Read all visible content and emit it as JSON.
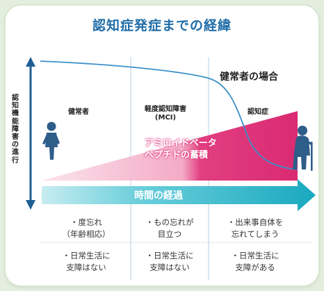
{
  "title": "認知症発症までの経緯",
  "y_axis_label": "認知機能障害の進行",
  "healthy_case_label": "健常者の場合",
  "stages": {
    "healthy": "健常者",
    "mci_line1": "軽度認知障害",
    "mci_line2": "(MCI)",
    "dementia": "認知症"
  },
  "amyloid_label_line1": "アミロイドベータ",
  "amyloid_label_line2": "ペプチドの蓄積",
  "time_arrow_label": "時間の経過",
  "rows": {
    "symptoms": {
      "healthy_line1": "・度忘れ",
      "healthy_line2": "（年齢相応）",
      "mci_line1": "・もの忘れが",
      "mci_line2": "目立つ",
      "dementia_line1": "・出来事自体を",
      "dementia_line2": "忘れてしまう"
    },
    "daily_life": {
      "healthy_line1": "・日常生活に",
      "healthy_line2": "支障はない",
      "mci_line1": "・日常生活に",
      "mci_line2": "支障はない",
      "dementia_line1": "・日常生活に",
      "dementia_line2": "支障がある"
    }
  },
  "colors": {
    "title": "#1f6da8",
    "cognition_curve": "#3a8fc9",
    "amyloid_pink": "#e0357a",
    "time_arrow": "#2bb3c6",
    "divider": "#b7cfe0"
  },
  "icons": [
    "healthy-person-icon",
    "elderly-person-with-cane-icon"
  ]
}
